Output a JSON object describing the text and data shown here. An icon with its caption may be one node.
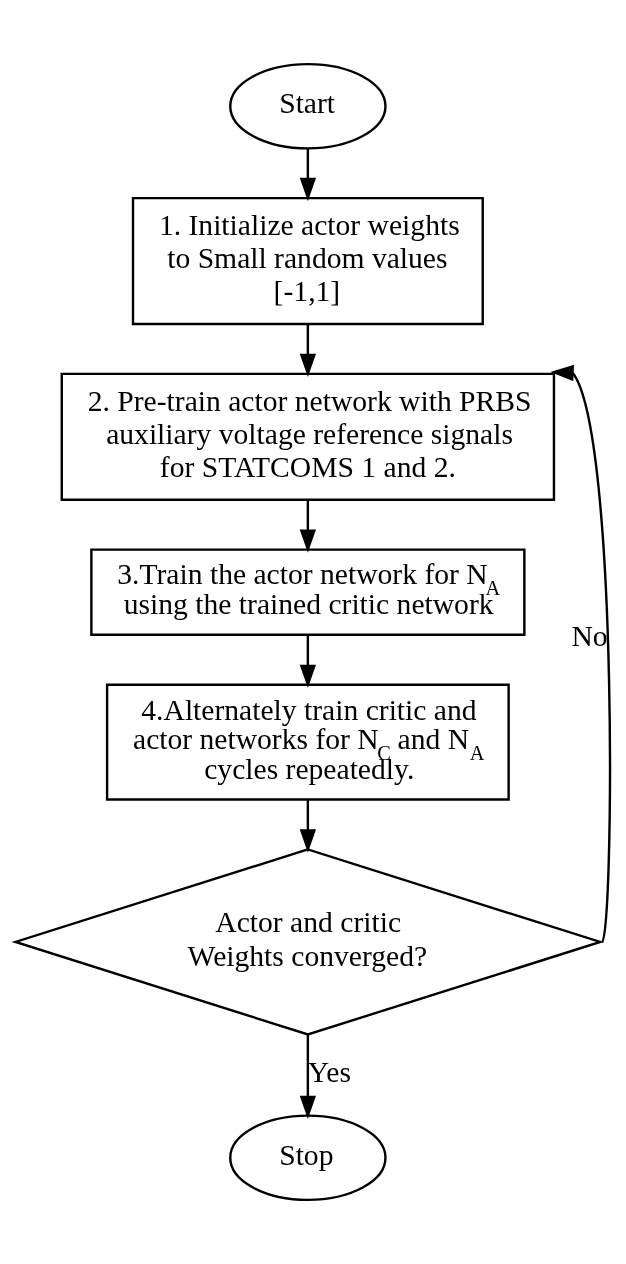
{
  "diagram": {
    "nodes": [
      {
        "text": [
          "Start"
        ]
      },
      {
        "text": [
          "1. Initialize actor weights to Small random values [-1,1]"
        ]
      },
      {
        "text": [
          "2. Pre-train actor network with PRBS auxiliary voltage reference signals for STATCOMS 1 and 2."
        ]
      },
      {
        "text": [
          "3.Train the actor network for N$_{A}$ using the trained critic network"
        ]
      },
      {
        "text": [
          "4.Alternately train critic and actor networks for N$_{C}$ and N$_{A}$ cycles repeatedly."
        ]
      },
      {
        "text": [
          "Actor and critic Weights converged?"
        ]
      },
      {
        "text": [
          "Stop"
        ]
      }
    ],
    "edges": [
      {
        "from": 0,
        "to": 1,
        "arrow": "to"
      },
      {
        "from": 1,
        "to": 2,
        "arrow": "to"
      },
      {
        "from": 2,
        "to": 3,
        "arrow": "to"
      },
      {
        "from": 3,
        "to": 4,
        "arrow": "to"
      },
      {
        "from": 4,
        "to": 5,
        "arrow": "to"
      },
      {
        "from": 5,
        "to": 2,
        "arrow": "to",
        "label": "No"
      },
      {
        "from": 5,
        "to": 6,
        "arrow": "to",
        "label": "Yes"
      }
    ]
  }
}
